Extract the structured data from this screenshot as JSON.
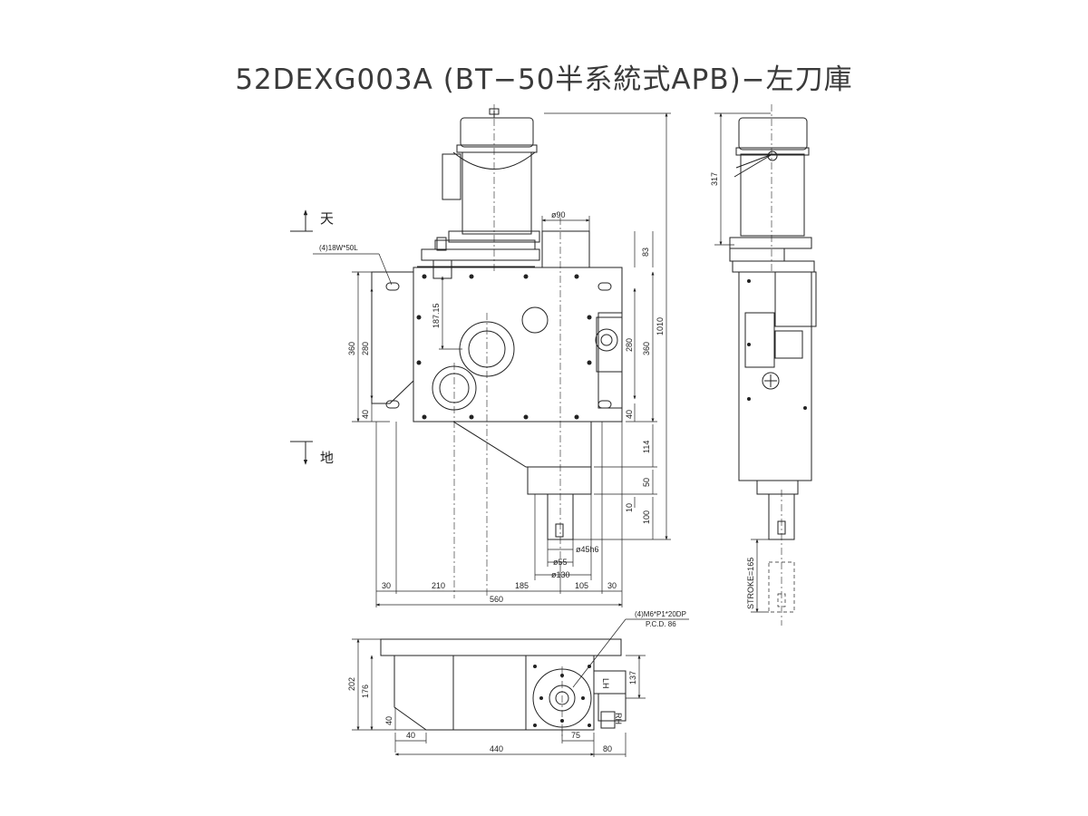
{
  "title": "52DEXG003A (BT−50半系統式APB)−左刀庫",
  "orientation": {
    "top": "天",
    "bottom": "地"
  },
  "notes": {
    "slot": "(4)18W*50L",
    "tap": "(4)M6*P1*20DP",
    "pcd": "P.C.D. 86"
  },
  "front_view_dims": {
    "d90": "ø90",
    "h83": "83",
    "h187": "187.15",
    "h360_left": "360",
    "h280_left": "280",
    "h40_left": "40",
    "h280_right": "280",
    "h360_right": "360",
    "h40_right": "40",
    "h1010": "1010",
    "h114": "114",
    "h50": "50",
    "h10": "10",
    "h100": "100",
    "d45": "ø45h6",
    "d55": "ø55",
    "d130": "ø130",
    "w30a": "30",
    "w210": "210",
    "w185": "185",
    "w105": "105",
    "w30b": "30",
    "w560": "560"
  },
  "side_view_dims": {
    "h317": "317",
    "stroke": "STROKE=165"
  },
  "top_view_dims": {
    "h202": "202",
    "h176": "176",
    "h40": "40",
    "w40": "40",
    "w440": "440",
    "w75": "75",
    "w80": "80",
    "h137": "137",
    "lh": "LH",
    "rh": "RH"
  }
}
